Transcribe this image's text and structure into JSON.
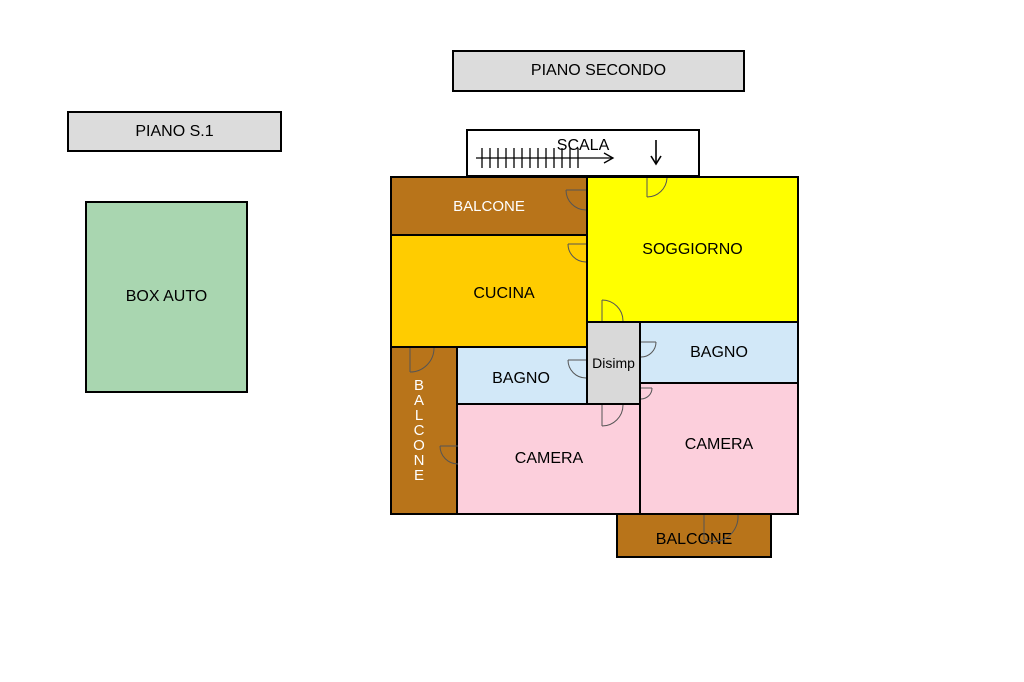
{
  "headers": {
    "level_s1": "PIANO S.1",
    "level_second": "PIANO SECONDO"
  },
  "rooms": {
    "box_auto": "BOX AUTO",
    "scala": "SCALA",
    "balcone_top": "BALCONE",
    "soggiorno": "SOGGIORNO",
    "cucina": "CUCINA",
    "disimp": "Disimp",
    "bagno_right": "BAGNO",
    "bagno_left": "BAGNO",
    "balcone_left": "BALCONE",
    "camera_left": "CAMERA",
    "camera_right": "CAMERA",
    "balcone_bottom": "BALCONE"
  },
  "colors": {
    "header_fill": "#dcdcdc",
    "box_auto": "#a9d6b0",
    "balcone": "#b8741a",
    "soggiorno": "#ffff00",
    "cucina": "#ffcc00",
    "disimp": "#d9d9d9",
    "bagno": "#d2e8f8",
    "camera": "#fccfdc"
  }
}
